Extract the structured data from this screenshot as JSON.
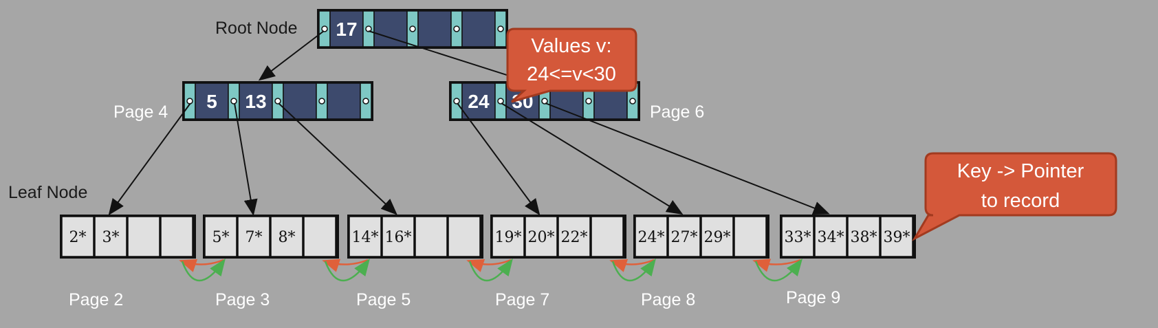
{
  "labels": {
    "root": "Root Node",
    "leaf": "Leaf Node",
    "page4": "Page 4",
    "page6": "Page 6"
  },
  "root_node": {
    "keys": [
      "17",
      "",
      "",
      ""
    ]
  },
  "page4_node": {
    "keys": [
      "5",
      "13",
      "",
      ""
    ]
  },
  "page6_node": {
    "keys": [
      "24",
      "30",
      "",
      ""
    ]
  },
  "leaves": [
    {
      "page": "Page 2",
      "keys": [
        "2*",
        "3*",
        "",
        ""
      ]
    },
    {
      "page": "Page 3",
      "keys": [
        "5*",
        "7*",
        "8*",
        ""
      ]
    },
    {
      "page": "Page 5",
      "keys": [
        "14*",
        "16*",
        "",
        ""
      ]
    },
    {
      "page": "Page 7",
      "keys": [
        "19*",
        "20*",
        "22*",
        ""
      ]
    },
    {
      "page": "Page 8",
      "keys": [
        "24*",
        "27*",
        "29*",
        ""
      ]
    },
    {
      "page": "Page 9",
      "keys": [
        "33*",
        "34*",
        "38*",
        "39*"
      ]
    }
  ],
  "callouts": {
    "values": [
      "Values v:",
      "24<=v<30"
    ],
    "pointer": [
      "Key -> Pointer",
      "to record"
    ]
  },
  "colors": {
    "background": "#a6a6a6",
    "key_fill": "#3d4a6d",
    "pointer_fill": "#7ec8c4",
    "callout": "#d4583a",
    "sibling_prev": "#e0603a",
    "sibling_next": "#4caf50"
  }
}
